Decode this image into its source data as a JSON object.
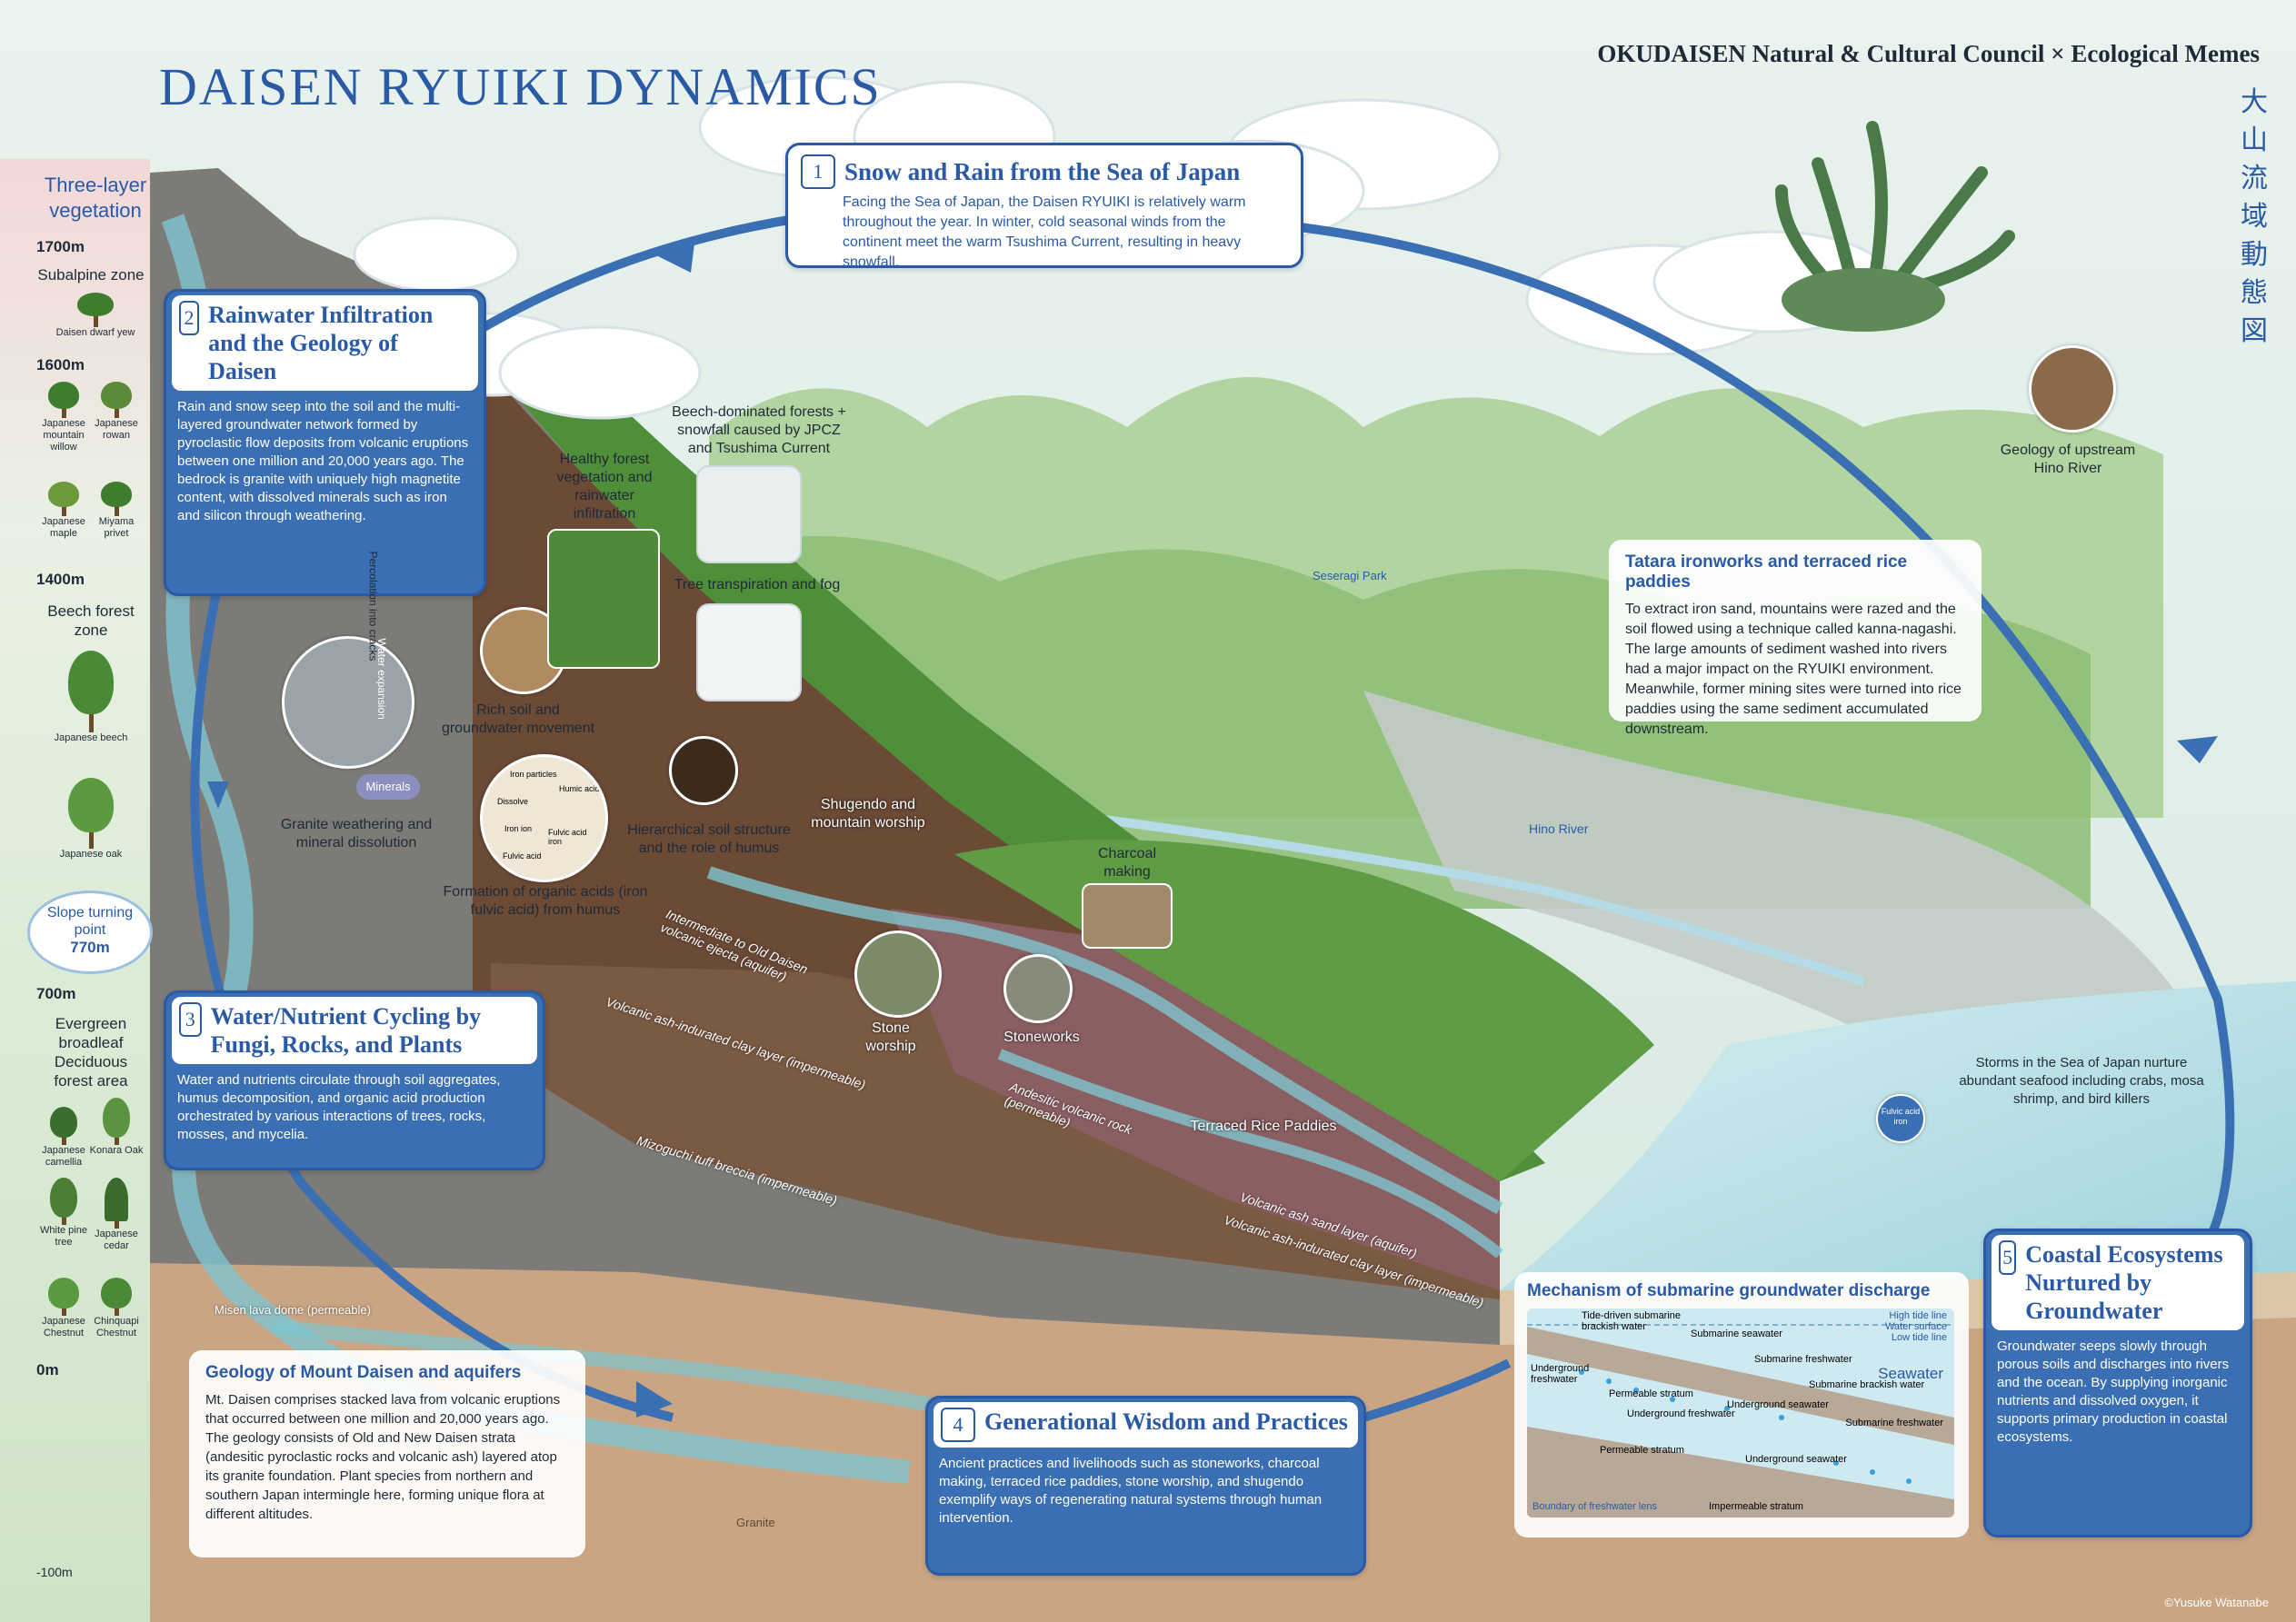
{
  "header": {
    "title": "DAISEN RYUIKI DYNAMICS",
    "credits": "OKUDAISEN Natural & Cultural Council × Ecological Memes",
    "jp_title": "大山流域動態図",
    "copyright": "©Yusuke Watanabe"
  },
  "vegetation": {
    "title": "Three-layer vegetation",
    "altitudes": [
      "1700m",
      "1600m",
      "1400m",
      "770m",
      "700m",
      "0m",
      "-100m"
    ],
    "zones": [
      "Subalpine zone",
      "Beech forest zone",
      "Evergreen broadleaf Deciduous forest area"
    ],
    "slope_turning_point": {
      "label": "Slope turning point",
      "value": "770m"
    },
    "trees": [
      "Daisen dwarf yew",
      "Japanese mountain willow",
      "Japanese rowan",
      "Japanese maple",
      "Miyama privet",
      "Japanese beech",
      "Japanese oak",
      "Japanese camellia",
      "Konara Oak",
      "White pine tree",
      "Japanese cedar",
      "Japanese Chestnut",
      "Chinquapi Chestnut"
    ]
  },
  "cards": [
    {
      "num": "1",
      "title": "Snow and Rain from the Sea of Japan",
      "body": "Facing the Sea of Japan, the Daisen RYUIKI is relatively warm throughout the year. In winter, cold seasonal winds from the continent meet the warm Tsushima Current, resulting in heavy snowfall."
    },
    {
      "num": "2",
      "title": "Rainwater Infiltration and the Geology of Daisen",
      "body": "Rain and snow seep into the soil and the multi-layered groundwater network formed by pyroclastic flow deposits from volcanic eruptions between one million and 20,000 years ago. The bedrock is granite with uniquely high magnetite content, with dissolved minerals such as iron and silicon through weathering."
    },
    {
      "num": "3",
      "title": "Water/Nutrient Cycling by Fungi, Rocks, and Plants",
      "body": "Water and nutrients circulate through soil aggregates, humus decomposition, and organic acid production orchestrated by various interactions of trees, rocks, mosses, and mycelia."
    },
    {
      "num": "4",
      "title": "Generational Wisdom and Practices",
      "body": "Ancient practices and livelihoods such as stoneworks, charcoal making, terraced rice paddies, stone worship, and shugendo exemplify ways of regenerating natural systems through human intervention."
    },
    {
      "num": "5",
      "title": "Coastal Ecosystems Nurtured by Groundwater",
      "body": "Groundwater seeps slowly through porous soils and discharges into rivers and the ocean. By supplying inorganic nutrients and dissolved oxygen, it supports primary production in coastal ecosystems."
    }
  ],
  "info_boxes": {
    "tatara": {
      "title": "Tatara ironworks and terraced rice paddies",
      "body": "To extract iron sand, mountains were razed and the soil flowed using a technique called kanna-nagashi. The large amounts of sediment washed into rivers had a major impact on the RYUIKI environment. Meanwhile, former mining sites were turned into rice paddies using the same sediment accumulated downstream."
    },
    "geology": {
      "title": "Geology of Mount Daisen and aquifers",
      "body": "Mt. Daisen comprises stacked lava from volcanic eruptions that occurred between one million and 20,000 years ago. The geology consists of Old and New Daisen strata (andesitic pyroclastic rocks and volcanic ash) layered atop its granite foundation. Plant species from northern and southern Japan intermingle here, forming unique flora at different altitudes."
    },
    "sgd": {
      "title": "Mechanism of submarine groundwater discharge",
      "labels": [
        "Tide-driven submarine brackish water",
        "High tide line",
        "Water surface",
        "Low tide line",
        "Submarine seawater",
        "Submarine freshwater",
        "Underground freshwater",
        "Permeable stratum",
        "Underground seawater",
        "Submarine brackish water",
        "Seawater",
        "Submarine freshwater",
        "Underground freshwater",
        "Permeable stratum",
        "Underground seawater",
        "Boundary of freshwater lens",
        "Impermeable stratum"
      ]
    }
  },
  "scene_labels": {
    "granite_weathering": "Granite weathering and mineral dissolution",
    "percolation": "Percolation into cracks",
    "water_expansion": "Water expansion",
    "minerals": "Minerals",
    "rich_soil": "Rich soil and groundwater movement",
    "healthy_forest": "Healthy forest vegetation and rainwater infiltration",
    "beech_forests": "Beech-dominated forests + snowfall caused by JPCZ and Tsushima Current",
    "transpiration": "Tree transpiration and fog",
    "organic_acids": "Formation of organic acids (iron fulvic acid) from humus",
    "soil_structure": "Hierarchical soil structure and the role of humus",
    "shugendo": "Shugendo and mountain worship",
    "charcoal": "Charcoal making",
    "stone_worship": "Stone worship",
    "stoneworks": "Stoneworks",
    "terraced": "Terraced Rice Paddies",
    "seseragi": "Seseragi Park",
    "hino_river": "Hino River",
    "upstream_geology": "Geology of upstream Hino River",
    "storms": "Storms in the Sea of Japan nurture abundant seafood including crabs, mosa shrimp, and bird killers",
    "fulvic_acid": "Fulvic acid iron",
    "chem": [
      "Iron particles",
      "Dissolve",
      "Humic acid",
      "Iron ion",
      "Fulvic acid",
      "Fulvic acid iron"
    ]
  },
  "strata": [
    "Intermediate to Old Daisen volcanic ejecta (aquifer)",
    "Volcanic ash-indurated clay layer (impermeable)",
    "Mizoguchi tuff breccia (impermeable)",
    "Andesitic volcanic rock (permeable)",
    "Volcanic ash sand layer (aquifer)",
    "Volcanic ash-indurated clay layer (impermeable)",
    "Misen lava dome (permeable)",
    "Granite"
  ],
  "colors": {
    "accent": "#2a5aa6",
    "sky": "#e6f0ec",
    "groundwater": "#7fc4cf",
    "soil_brown": "#6b4a36",
    "rock_gray": "#7d7b78",
    "granite": "#c9a584",
    "forest": "#4f8f3a",
    "sea": "#b7dde4"
  }
}
